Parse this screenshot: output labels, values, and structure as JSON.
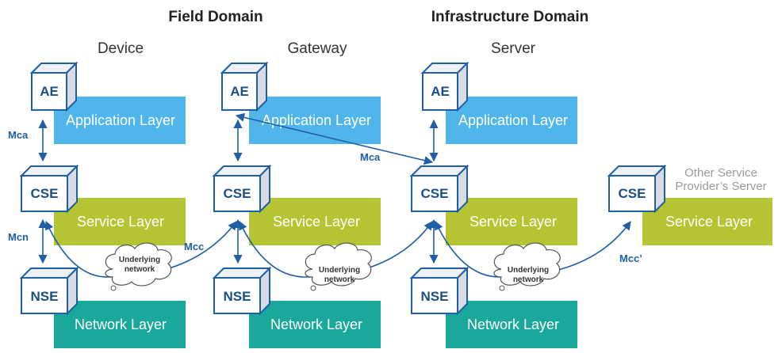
{
  "domains": {
    "field": "Field Domain",
    "infrastructure": "Infrastructure Domain"
  },
  "columns": {
    "device": "Device",
    "gateway": "Gateway",
    "server": "Server",
    "other_line1": "Other Service",
    "other_line2": "Provider’s Server"
  },
  "layers": {
    "application": "Application Layer",
    "service": "Service Layer",
    "network": "Network Layer"
  },
  "entities": {
    "ae": "AE",
    "cse": "CSE",
    "nse": "NSE"
  },
  "reference_points": {
    "mca": "Mca",
    "mcn": "Mcn",
    "mcc": "Mcc",
    "mcc_prime": "Mcc’"
  },
  "cloud": {
    "line1": "Underlying",
    "line2": "network"
  },
  "colors": {
    "application_layer": "#4fb5ea",
    "service_layer": "#b5c433",
    "network_layer": "#1aa89a",
    "cube_front": "#ffffff",
    "cube_side": "#d9dde3",
    "cube_stroke": "#1f5fa8",
    "arrow": "#1f5fa8"
  }
}
